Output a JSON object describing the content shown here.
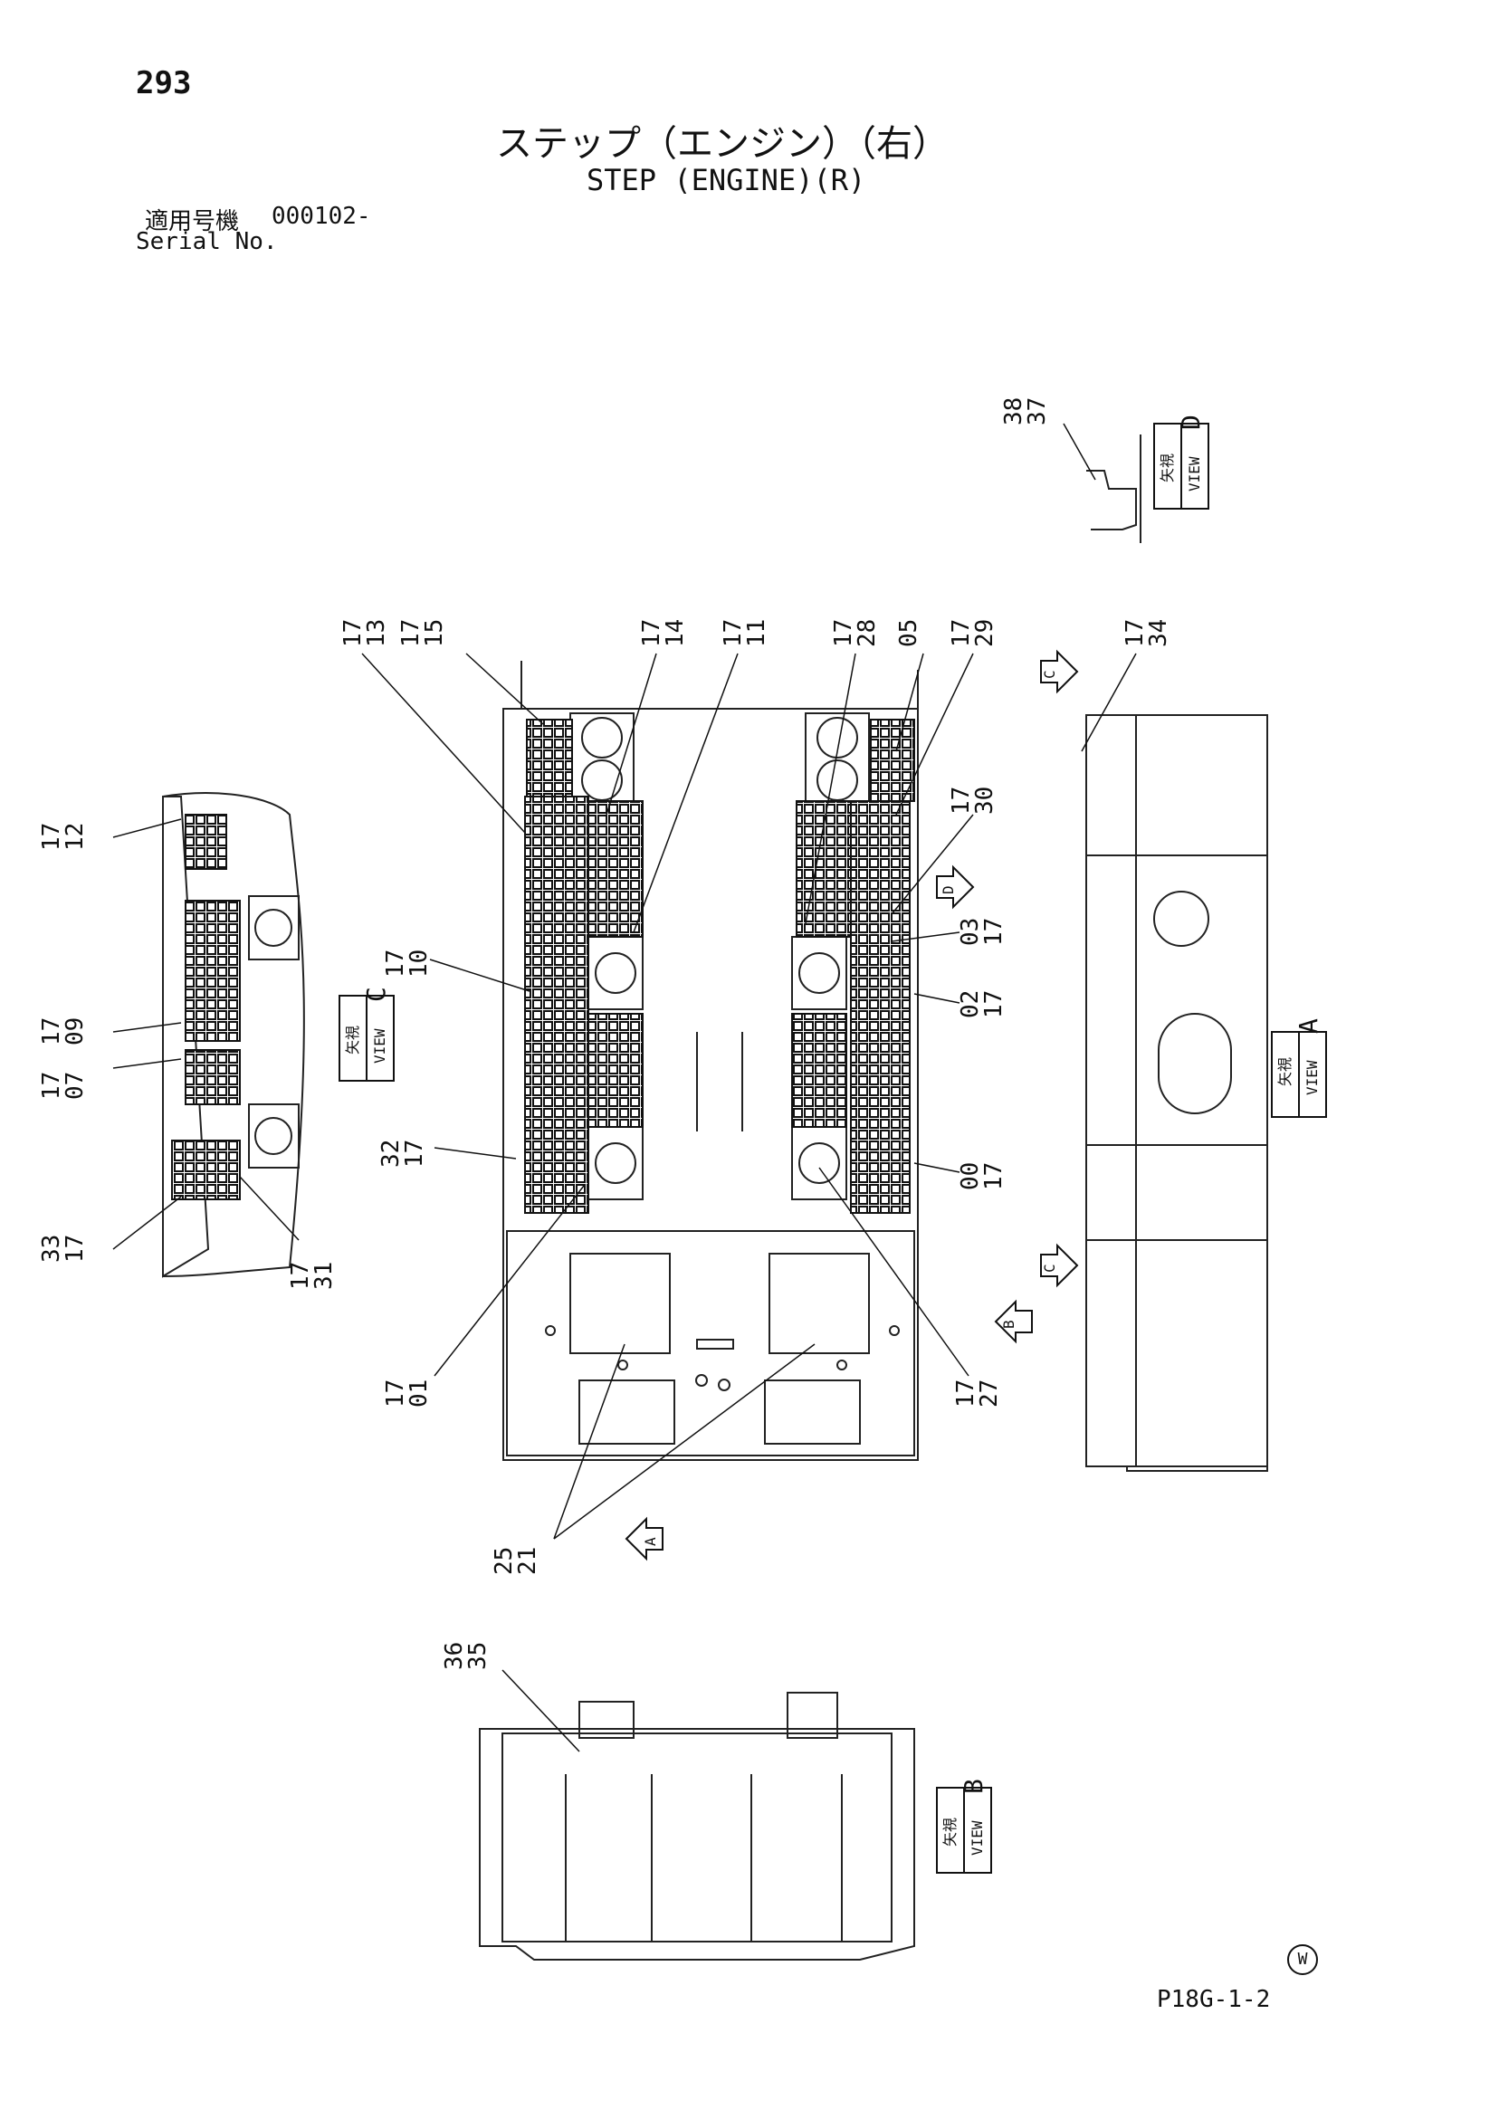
{
  "header": {
    "page_number": "293",
    "title_jp": "ステップ（エンジン）（右）",
    "title_en": "STEP (ENGINE)(R)",
    "serial_label_jp": "適用号機",
    "serial_value": "000102-",
    "serial_label_en": "Serial No."
  },
  "footer": {
    "page_code": "P18G-1-2",
    "mark": "W"
  },
  "views": {
    "a": {
      "jp": "矢視",
      "en": "VIEW",
      "letter": "A"
    },
    "b": {
      "jp": "矢視",
      "en": "VIEW",
      "letter": "B"
    },
    "c": {
      "jp": "矢視",
      "en": "VIEW",
      "letter": "C"
    },
    "d": {
      "jp": "矢視",
      "en": "VIEW",
      "letter": "D"
    }
  },
  "arrows": [
    "A",
    "B",
    "C",
    "C",
    "D"
  ],
  "part_callouts": [
    {
      "top": "38",
      "bottom": "37"
    },
    {
      "top": "17",
      "bottom": "13"
    },
    {
      "top": "17",
      "bottom": "15"
    },
    {
      "top": "17",
      "bottom": "14"
    },
    {
      "top": "17",
      "bottom": "11"
    },
    {
      "top": "17",
      "bottom": "28"
    },
    {
      "top": "05",
      "bottom": ""
    },
    {
      "top": "17",
      "bottom": "29"
    },
    {
      "top": "17",
      "bottom": "34"
    },
    {
      "top": "17",
      "bottom": "30"
    },
    {
      "top": "17",
      "bottom": "12"
    },
    {
      "top": "17",
      "bottom": "09"
    },
    {
      "top": "17",
      "bottom": "07"
    },
    {
      "top": "17",
      "bottom": "10"
    },
    {
      "top": "03",
      "bottom": "17"
    },
    {
      "top": "02",
      "bottom": "17"
    },
    {
      "top": "32",
      "bottom": "17"
    },
    {
      "top": "00",
      "bottom": "17"
    },
    {
      "top": "33",
      "bottom": "17"
    },
    {
      "top": "17",
      "bottom": "31"
    },
    {
      "top": "17",
      "bottom": "01"
    },
    {
      "top": "17",
      "bottom": "27"
    },
    {
      "top": "25",
      "bottom": "21"
    },
    {
      "top": "36",
      "bottom": "35"
    }
  ]
}
